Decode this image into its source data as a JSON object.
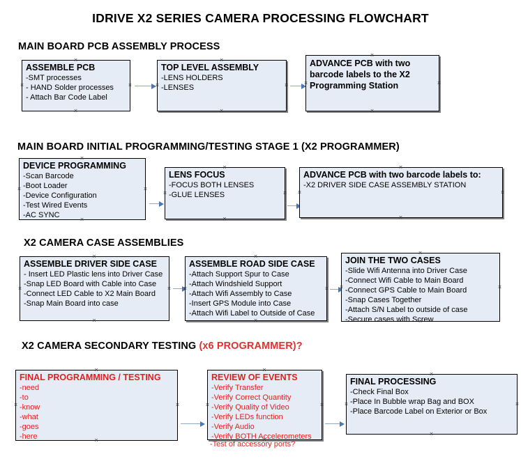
{
  "document": {
    "title": "IDRIVE X2  SERIES CAMERA PROCESSING FLOWCHART",
    "colors": {
      "box_fill": "#e6ecf6",
      "box_border": "#000000",
      "box_shadow": "#808080",
      "arrow_line": "#8fa8c4",
      "arrow_head": "#4a77b5",
      "text_black": "#000000",
      "text_red": "#e02020"
    }
  },
  "sections": [
    {
      "id": "main-board-pcb-assembly",
      "heading": "MAIN BOARD PCB ASSEMBLY PROCESS",
      "heading_accent": "",
      "boxes": [
        {
          "id": "assemble-pcb",
          "title": "ASSEMBLE PCB",
          "lines": [
            "-SMT processes",
            "- HAND Solder processes",
            "- Attach Bar Code Label"
          ]
        },
        {
          "id": "top-level-assembly",
          "title": "TOP LEVEL ASSEMBLY",
          "lines": [
            "-LENS HOLDERS",
            "-LENSES"
          ]
        },
        {
          "id": "advance-pcb-to-x2-programming-station",
          "title": "ADVANCE PCB with two barcode labels to the  X2 Programming Station",
          "lines": []
        }
      ]
    },
    {
      "id": "main-board-initial-programming",
      "heading": "MAIN BOARD INITIAL PROGRAMMING/TESTING STAGE 1 (X2 PROGRAMMER)",
      "heading_accent": "",
      "boxes": [
        {
          "id": "device-programming",
          "title": "DEVICE PROGRAMMING",
          "lines": [
            "-Scan Barcode",
            "-Boot Loader",
            "-Device Configuration",
            "-Test Wired Events",
            "-AC SYNC"
          ]
        },
        {
          "id": "lens-focus",
          "title": "LENS FOCUS",
          "lines": [
            "-FOCUS BOTH LENSES",
            "-GLUE LENSES"
          ]
        },
        {
          "id": "advance-pcb-to-driver-side-case-station",
          "title": "ADVANCE PCB with two barcode labels to:",
          "lines": [
            "-X2 DRIVER  SIDE  CASE  ASSEMBLY STATION"
          ]
        }
      ]
    },
    {
      "id": "x2-camera-case-assemblies",
      "heading": "X2 CAMERA CASE ASSEMBLIES",
      "heading_accent": "",
      "boxes": [
        {
          "id": "assemble-driver-side-case",
          "title": "ASSEMBLE DRIVER SIDE CASE",
          "lines": [
            "- Insert LED Plastic lens into Driver Case",
            "-Snap LED Board with Cable into Case",
            "-Connect LED Cable to X2 Main Board",
            "-Snap Main Board into case"
          ]
        },
        {
          "id": "assemble-road-side-case",
          "title": "ASSEMBLE ROAD SIDE CASE",
          "lines": [
            "-Attach Support Spur to Case",
            "-Attach Windshield Support",
            "-Attach Wifi Assembly to Case",
            "-Insert GPS Module into Case",
            "-Attach Wifi Label to Outside of Case"
          ]
        },
        {
          "id": "join-the-two-cases",
          "title": "JOIN THE TWO CASES",
          "lines": [
            "-Slide Wifi Antenna into Driver Case",
            "-Connect Wifi Cable to Main Board",
            "-Connect GPS Cable to Main Board",
            "-Snap Cases Together",
            "-Attach S/N Label to outside of case",
            "-Secure cases with Screw"
          ]
        }
      ]
    },
    {
      "id": "x2-camera-secondary-testing",
      "heading": "X2 CAMERA SECONDARY TESTING ",
      "heading_accent": "(x6 PROGRAMMER)?",
      "boxes": [
        {
          "id": "final-programming-testing",
          "title": "FINAL PROGRAMMING / TESTING",
          "lines": [
            "-need",
            "-to",
            "-know",
            "-what",
            "-goes",
            "-here"
          ]
        },
        {
          "id": "review-of-events",
          "title": "REVIEW OF EVENTS",
          "lines": [
            "-Verify Transfer",
            "-Verify Correct Quantity",
            "-Verify Quality of Video",
            "-Verify LEDs function",
            "-Verify Audio",
            "-Verify BOTH Accelerometers"
          ],
          "overflow_line": "-Test of accessory ports?"
        },
        {
          "id": "final-processing",
          "title": "FINAL PROCESSING",
          "lines": [
            "-Check Final Box",
            "-Place In Bubble wrap Bag and BOX",
            "-Place Barcode Label on Exterior or Box"
          ]
        }
      ]
    }
  ]
}
